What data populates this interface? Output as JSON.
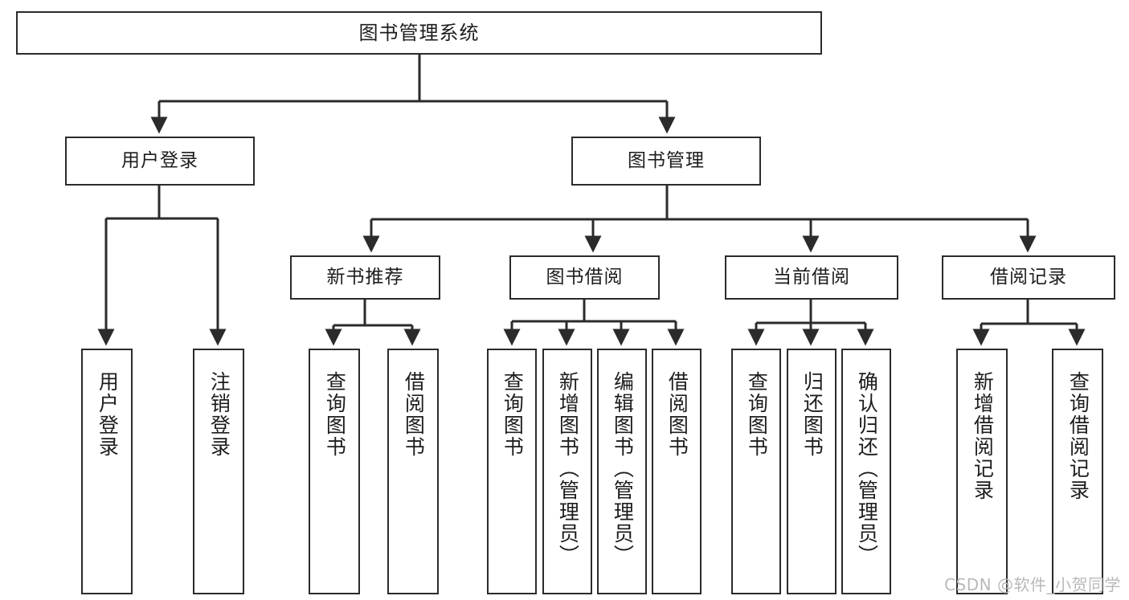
{
  "diagram": {
    "title": "图书管理系统",
    "type": "tree",
    "root": {
      "label": "图书管理系统"
    },
    "level2": [
      {
        "label": "用户登录"
      },
      {
        "label": "图书管理"
      }
    ],
    "level3": [
      {
        "label": "新书推荐"
      },
      {
        "label": "图书借阅"
      },
      {
        "label": "当前借阅"
      },
      {
        "label": "借阅记录"
      }
    ],
    "leaves": [
      {
        "label": "用户登录",
        "parent": "用户登录"
      },
      {
        "label": "注销登录",
        "parent": "用户登录"
      },
      {
        "label": "查询图书",
        "parent": "新书推荐"
      },
      {
        "label": "借阅图书",
        "parent": "新书推荐"
      },
      {
        "label": "查询图书",
        "parent": "图书借阅"
      },
      {
        "label": "新增图书（管理员）",
        "parent": "图书借阅"
      },
      {
        "label": "编辑图书（管理员）",
        "parent": "图书借阅"
      },
      {
        "label": "借阅图书",
        "parent": "图书借阅"
      },
      {
        "label": "查询图书",
        "parent": "当前借阅"
      },
      {
        "label": "归还图书",
        "parent": "当前借阅"
      },
      {
        "label": "确认归还（管理员）",
        "parent": "当前借阅"
      },
      {
        "label": "新增借阅记录",
        "parent": "借阅记录"
      },
      {
        "label": "查询借阅记录",
        "parent": "借阅记录"
      }
    ]
  },
  "watermark": {
    "text": "CSDN @软件_小贺同学"
  },
  "colors": {
    "stroke": "#2b2b2b",
    "background": "#ffffff",
    "text": "#1d1d1d",
    "watermark": "#b9b9b9"
  }
}
